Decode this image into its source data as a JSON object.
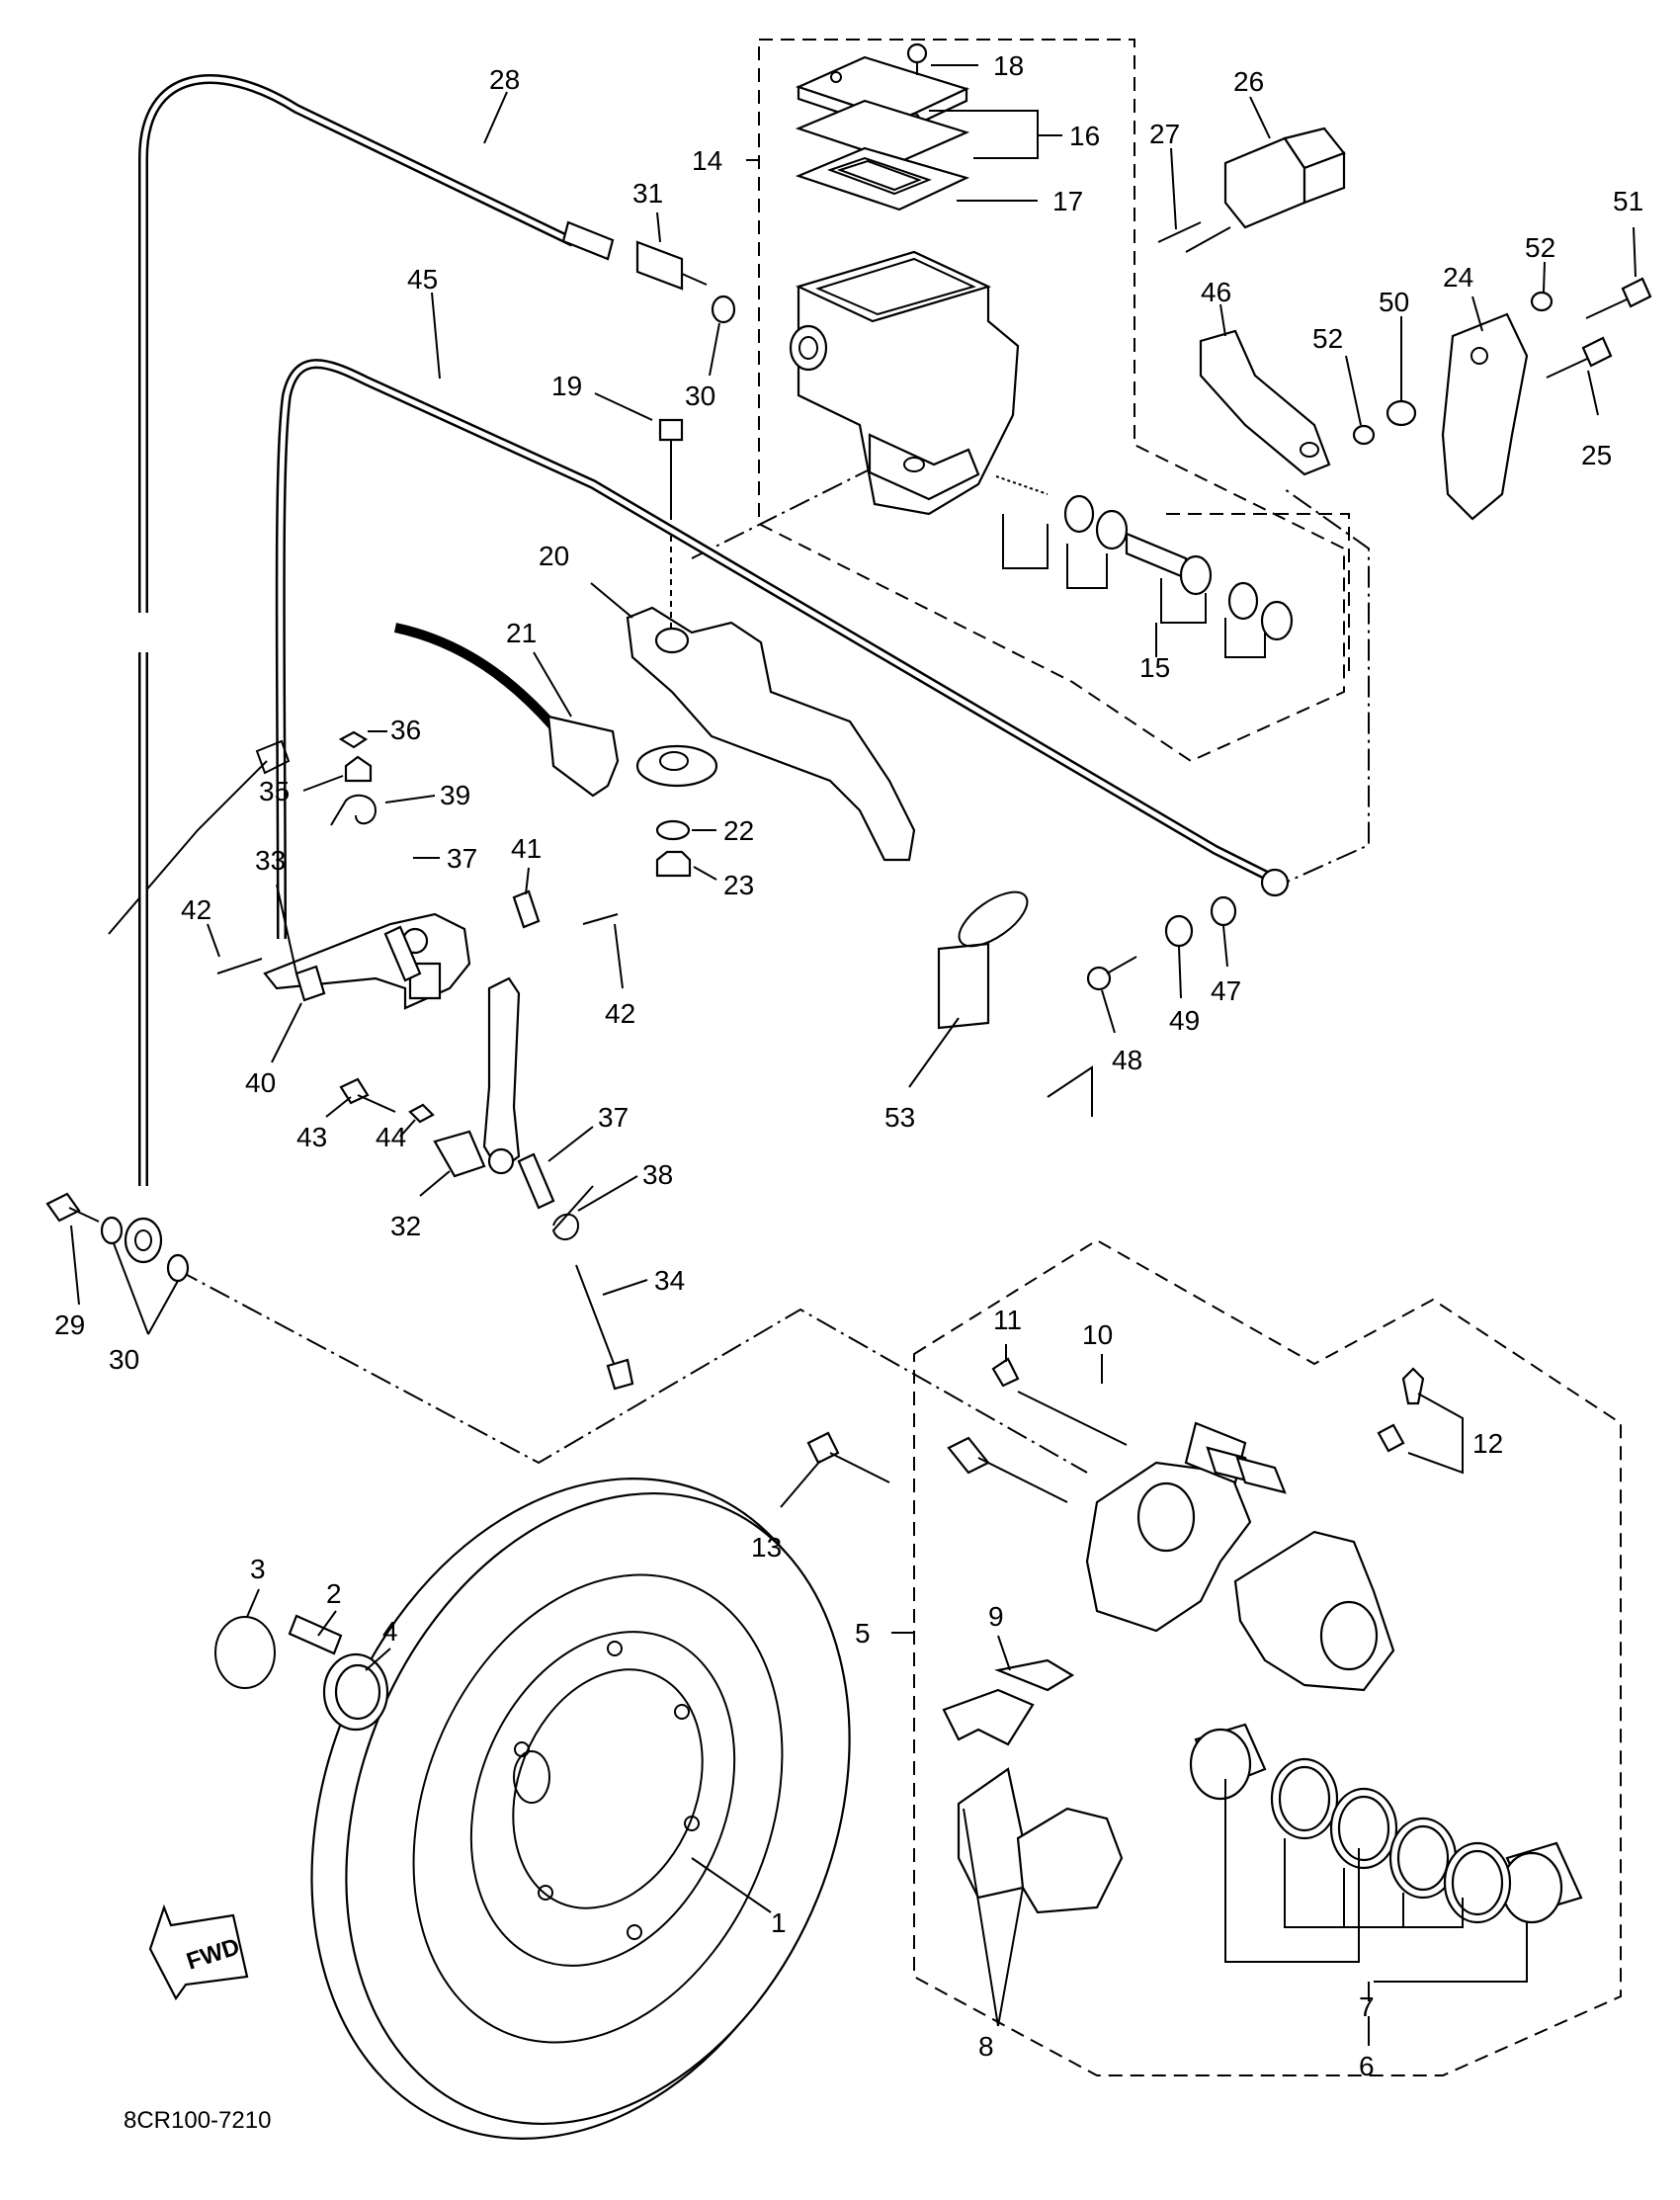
{
  "diagram": {
    "reference_code": "8CR100-7210",
    "direction_label": "FWD",
    "callouts": [
      "1",
      "2",
      "3",
      "4",
      "5",
      "6",
      "7",
      "8",
      "9",
      "10",
      "11",
      "12",
      "13",
      "14",
      "15",
      "16",
      "17",
      "18",
      "19",
      "20",
      "21",
      "22",
      "23",
      "24",
      "25",
      "26",
      "27",
      "28",
      "29",
      "30",
      "30",
      "31",
      "32",
      "33",
      "34",
      "35",
      "36",
      "37",
      "37",
      "38",
      "39",
      "40",
      "41",
      "42",
      "42",
      "43",
      "44",
      "45",
      "46",
      "47",
      "48",
      "49",
      "50",
      "51",
      "52",
      "52",
      "53"
    ]
  }
}
